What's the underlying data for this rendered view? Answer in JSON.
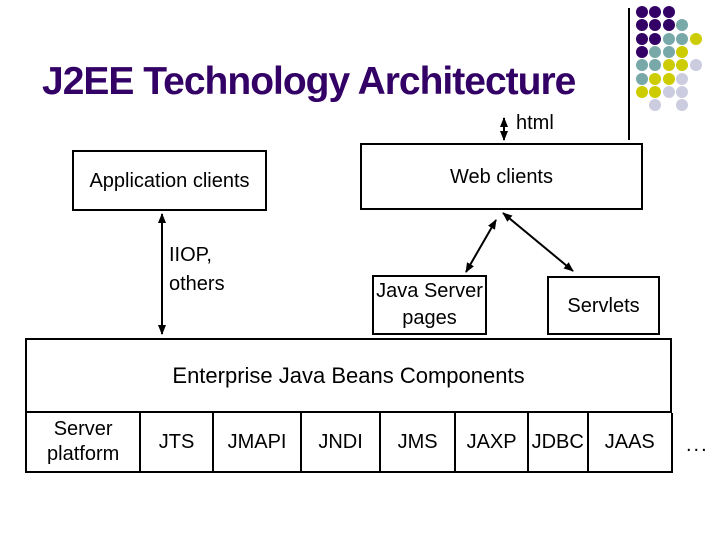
{
  "title": "J2EE Technology Architecture",
  "labels": {
    "html": "html",
    "protocol_line1": "IIOP,",
    "protocol_line2": "others",
    "ellipsis": "..."
  },
  "boxes": {
    "application_clients": "Application clients",
    "web_clients": "Web clients",
    "jsp_line1": "Java Server",
    "jsp_line2": "pages",
    "servlets": "Servlets",
    "ejb": "Enterprise Java Beans Components"
  },
  "platform_row": {
    "server_platform_line1": "Server",
    "server_platform_line2": "platform",
    "apis": [
      "JTS",
      "JMAPI",
      "JNDI",
      "JMS",
      "JAXP",
      "JDBC",
      "JAAS"
    ]
  },
  "colors": {
    "title_text": "#330066",
    "line_color": "#000000",
    "dot_purple": "#330066",
    "dot_teal": "#79A8A8",
    "dot_yellow": "#CCCC00",
    "dot_lavender": "#CCCCE0"
  },
  "decor": {
    "dot_rows": [
      [
        "P",
        "P",
        "P"
      ],
      [
        "P",
        "P",
        "P",
        "T"
      ],
      [
        "P",
        "P",
        "T",
        "T",
        "Y"
      ],
      [
        "P",
        "T",
        "T",
        "Y"
      ],
      [
        "T",
        "T",
        "Y",
        "Y",
        "L"
      ],
      [
        "T",
        "Y",
        "Y",
        "L"
      ],
      [
        "Y",
        "Y",
        "L",
        "L"
      ],
      [
        "",
        "L",
        "",
        "L"
      ]
    ]
  }
}
